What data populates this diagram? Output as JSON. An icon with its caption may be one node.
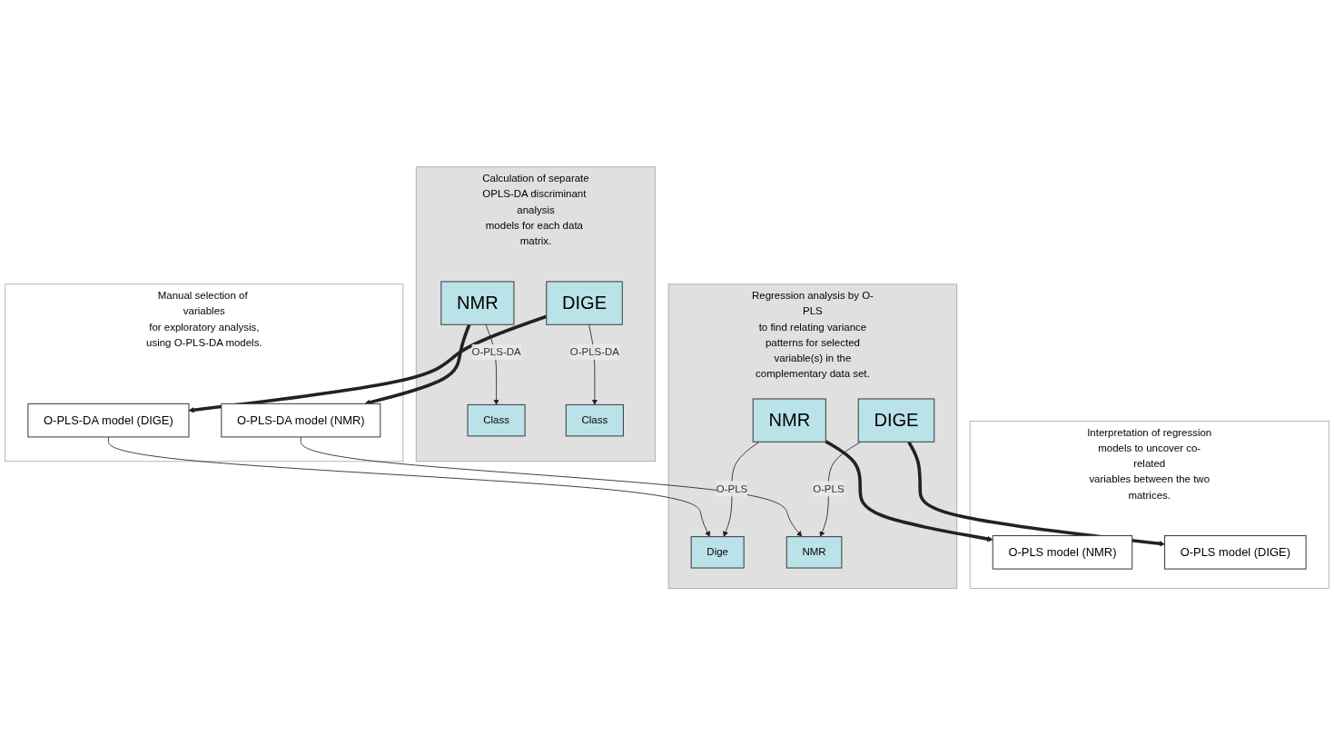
{
  "diagram": {
    "nodes": [
      {
        "text": [
          "Calculation of separate OPLS-DA discriminant analysis models for each data matrix."
        ]
      },
      {
        "text": [
          "NMR"
        ],
        "in": 0
      },
      {
        "text": [
          "Class"
        ],
        "in": 0
      },
      {
        "text": [
          "DIGE"
        ],
        "in": 0
      },
      {
        "text": [
          "Class"
        ],
        "in": 0
      },
      {
        "text": [
          "Manual selection of variables for exploratory analysis, using O-PLS-DA models."
        ]
      },
      {
        "text": [
          "O-PLS-DA model (NMR)"
        ],
        "in": 5
      },
      {
        "text": [
          "O-PLS-DA model (DIGE)"
        ],
        "in": 5
      },
      {
        "text": [
          "Regression analysis by O-PLS to find relating variance patterns for selected variable(s) in the complementary data set."
        ]
      },
      {
        "text": [
          "NMR"
        ],
        "in": 8
      },
      {
        "text": [
          "Dige"
        ],
        "in": 8
      },
      {
        "text": [
          "DIGE"
        ],
        "in": 8
      },
      {
        "text": [
          "NMR"
        ],
        "in": 8
      },
      {
        "text": [
          "Interpretation of regression models to uncover co-related variables between the two matrices."
        ]
      },
      {
        "text": [
          "O-PLS model (NMR)"
        ],
        "in": 13
      },
      {
        "text": [
          "O-PLS model (DIGE)"
        ],
        "in": 13
      }
    ],
    "edges": [
      {
        "from": 1,
        "to": 2,
        "arrow": "to",
        "label": "O-PLS-DA"
      },
      {
        "from": 3,
        "to": 4,
        "arrow": "to",
        "label": "O-PLS-DA"
      },
      {
        "from": 1,
        "to": 6,
        "arrow": "to",
        "style": "thick"
      },
      {
        "from": 3,
        "to": 7,
        "arrow": "to",
        "style": "thick"
      },
      {
        "from": 6,
        "to": 12,
        "arrow": "to"
      },
      {
        "from": 7,
        "to": 10,
        "arrow": "to"
      },
      {
        "from": 9,
        "to": 10,
        "arrow": "to",
        "label": "O-PLS"
      },
      {
        "from": 11,
        "to": 12,
        "arrow": "to",
        "label": "O-PLS"
      },
      {
        "from": 9,
        "to": 14,
        "arrow": "to",
        "style": "thick"
      },
      {
        "from": 11,
        "to": 15,
        "arrow": "to",
        "style": "thick"
      }
    ]
  }
}
